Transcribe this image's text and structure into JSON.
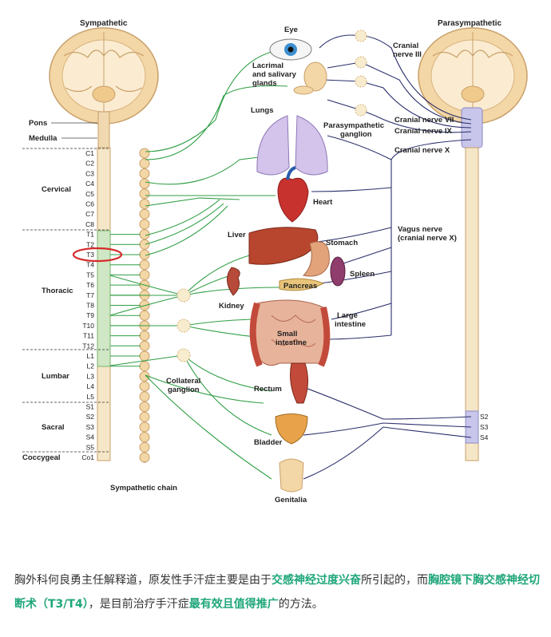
{
  "diagram": {
    "title_left": "Sympathetic",
    "title_right": "Parasympathetic",
    "brain_labels": [
      "Pons",
      "Medulla"
    ],
    "segments": [
      "C1",
      "C2",
      "C3",
      "C4",
      "C5",
      "C6",
      "C7",
      "C8",
      "T1",
      "T2",
      "T3",
      "T4",
      "T5",
      "T6",
      "T7",
      "T8",
      "T9",
      "T10",
      "T11",
      "T12",
      "L1",
      "L2",
      "L3",
      "L4",
      "L5",
      "S1",
      "S2",
      "S3",
      "S4",
      "S5",
      "Co1"
    ],
    "regions": [
      "Cervical",
      "Thoracic",
      "Lumbar",
      "Sacral",
      "Coccygeal"
    ],
    "organs": [
      "Eye",
      "Lacrimal",
      "and salivary",
      "glands",
      "Lungs",
      "Heart",
      "Liver",
      "Stomach",
      "Spleen",
      "Pancreas",
      "Kidney",
      "Large",
      "intestine",
      "Small",
      "intestine",
      "Rectum",
      "Bladder",
      "Genitalia"
    ],
    "ganglia_labels": [
      "Collateral",
      "ganglion",
      "Sympathetic chain",
      "Parasympathetic",
      "ganglion"
    ],
    "cranial_nerves": [
      "Cranial",
      "nerve III",
      "Cranial nerve VII",
      "Cranial nerve IX",
      "Cranial nerve X"
    ],
    "vagus": [
      "Vagus nerve",
      "(cranial nerve X)"
    ],
    "sacral_right": [
      "S2",
      "S3",
      "S4"
    ],
    "colors": {
      "sympathetic": "#2f9e44",
      "parasympathetic": "#2b2f6b",
      "highlight": "#d62b2b",
      "caption_accent": "#1fa67a"
    }
  },
  "caption": {
    "p1": "胸外科何良勇主任解释道，原发性手汗症主要是由于",
    "h1": "交感神经过度兴奋",
    "p2": "所引起的，而",
    "h2": "胸腔镜下胸交感神经切断术（T3/T4）",
    "p3": "，是目前治疗手汗症",
    "h3": "最有效且值得推广",
    "p4": "的方法。"
  }
}
